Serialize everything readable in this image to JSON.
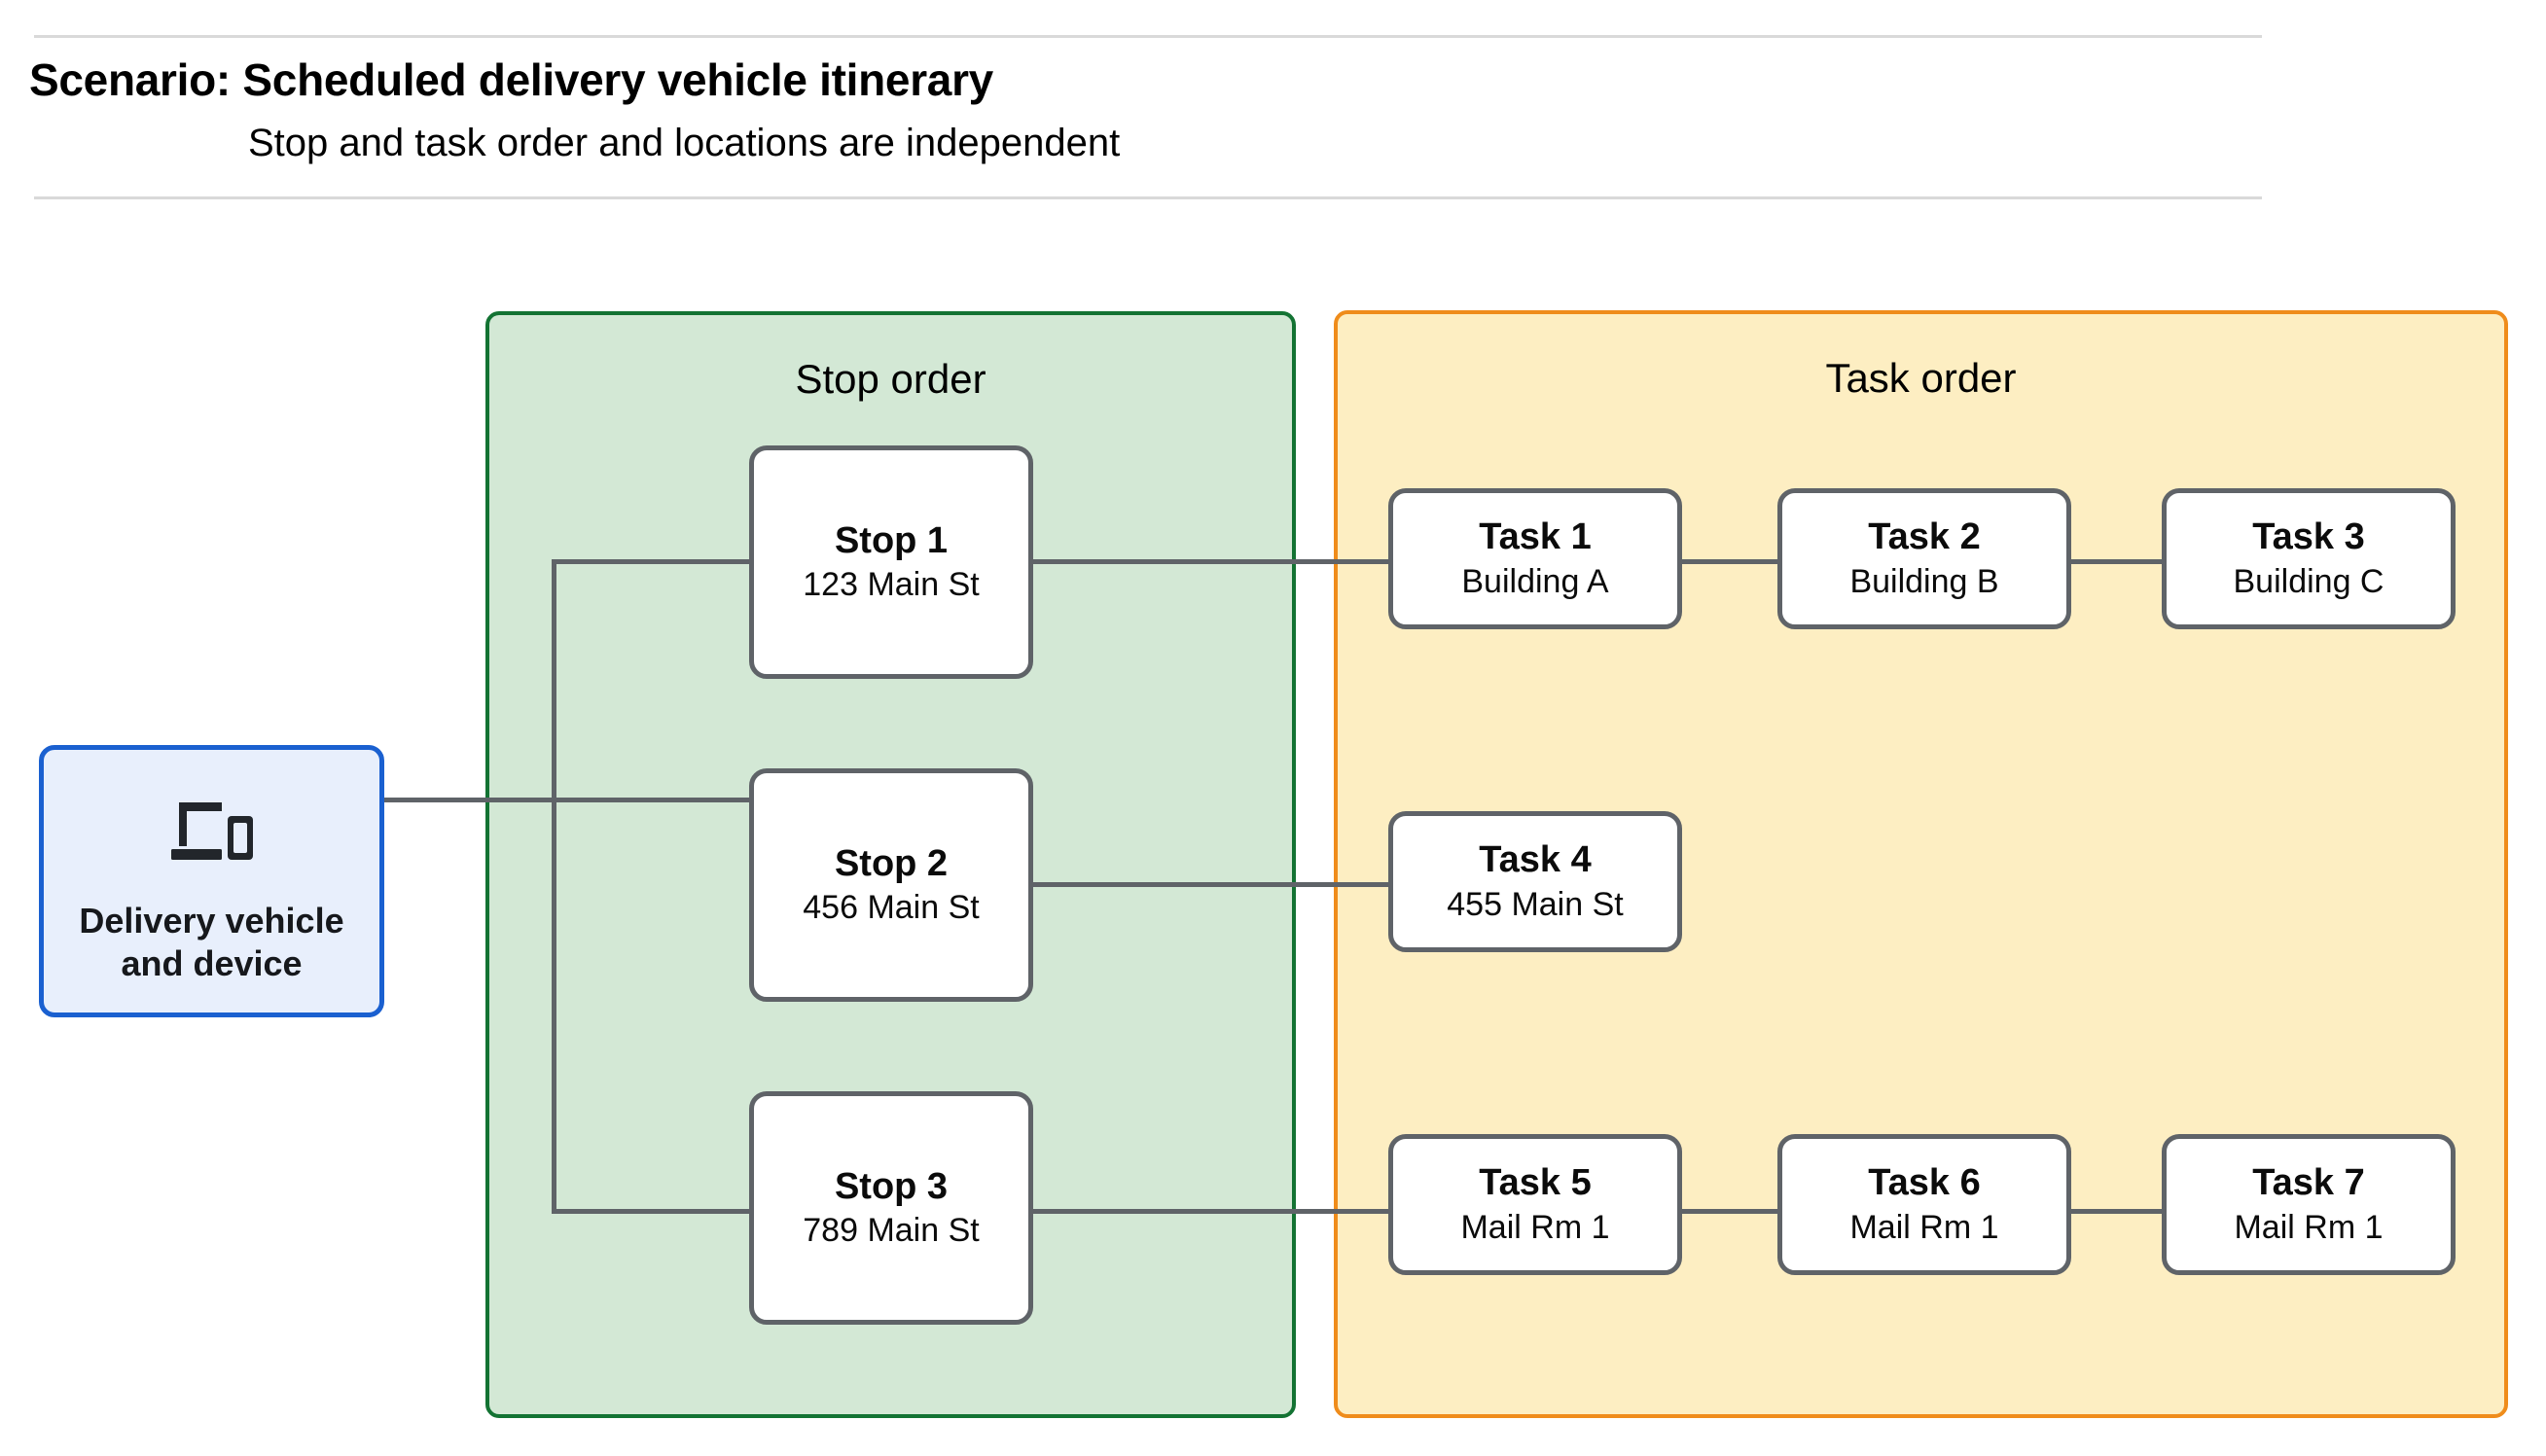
{
  "header": {
    "title": "Scenario: Scheduled delivery vehicle itinerary",
    "subtitle": "Stop and task order and locations are independent"
  },
  "vehicle": {
    "icon": "devices-icon",
    "label": "Delivery vehicle\nand device",
    "label_line1": "Delivery vehicle",
    "label_line2": "and device",
    "fill_color": "#e8effc",
    "border_color": "#1a60d0"
  },
  "stop_group": {
    "title": "Stop order",
    "fill_color": "#d3e8d5",
    "border_color": "#137333",
    "stops": [
      {
        "title": "Stop 1",
        "location": "123 Main St"
      },
      {
        "title": "Stop 2",
        "location": "456 Main St"
      },
      {
        "title": "Stop 3",
        "location": "789 Main St"
      }
    ]
  },
  "task_group": {
    "title": "Task order",
    "fill_color": "#fdeec2",
    "border_color": "#ef8c1b",
    "rows": [
      {
        "tasks": [
          {
            "title": "Task 1",
            "location": "Building A"
          },
          {
            "title": "Task 2",
            "location": "Building B"
          },
          {
            "title": "Task 3",
            "location": "Building C"
          }
        ]
      },
      {
        "tasks": [
          {
            "title": "Task 4",
            "location": "455 Main St"
          }
        ]
      },
      {
        "tasks": [
          {
            "title": "Task 5",
            "location": "Mail Rm 1"
          },
          {
            "title": "Task 6",
            "location": "Mail Rm 1"
          },
          {
            "title": "Task 7",
            "location": "Mail Rm 1"
          }
        ]
      }
    ]
  },
  "node_style": {
    "fill_color": "#ffffff",
    "border_color": "#5f6368",
    "connector_color": "#5f6368"
  },
  "divider_color": "#d9d9d9"
}
